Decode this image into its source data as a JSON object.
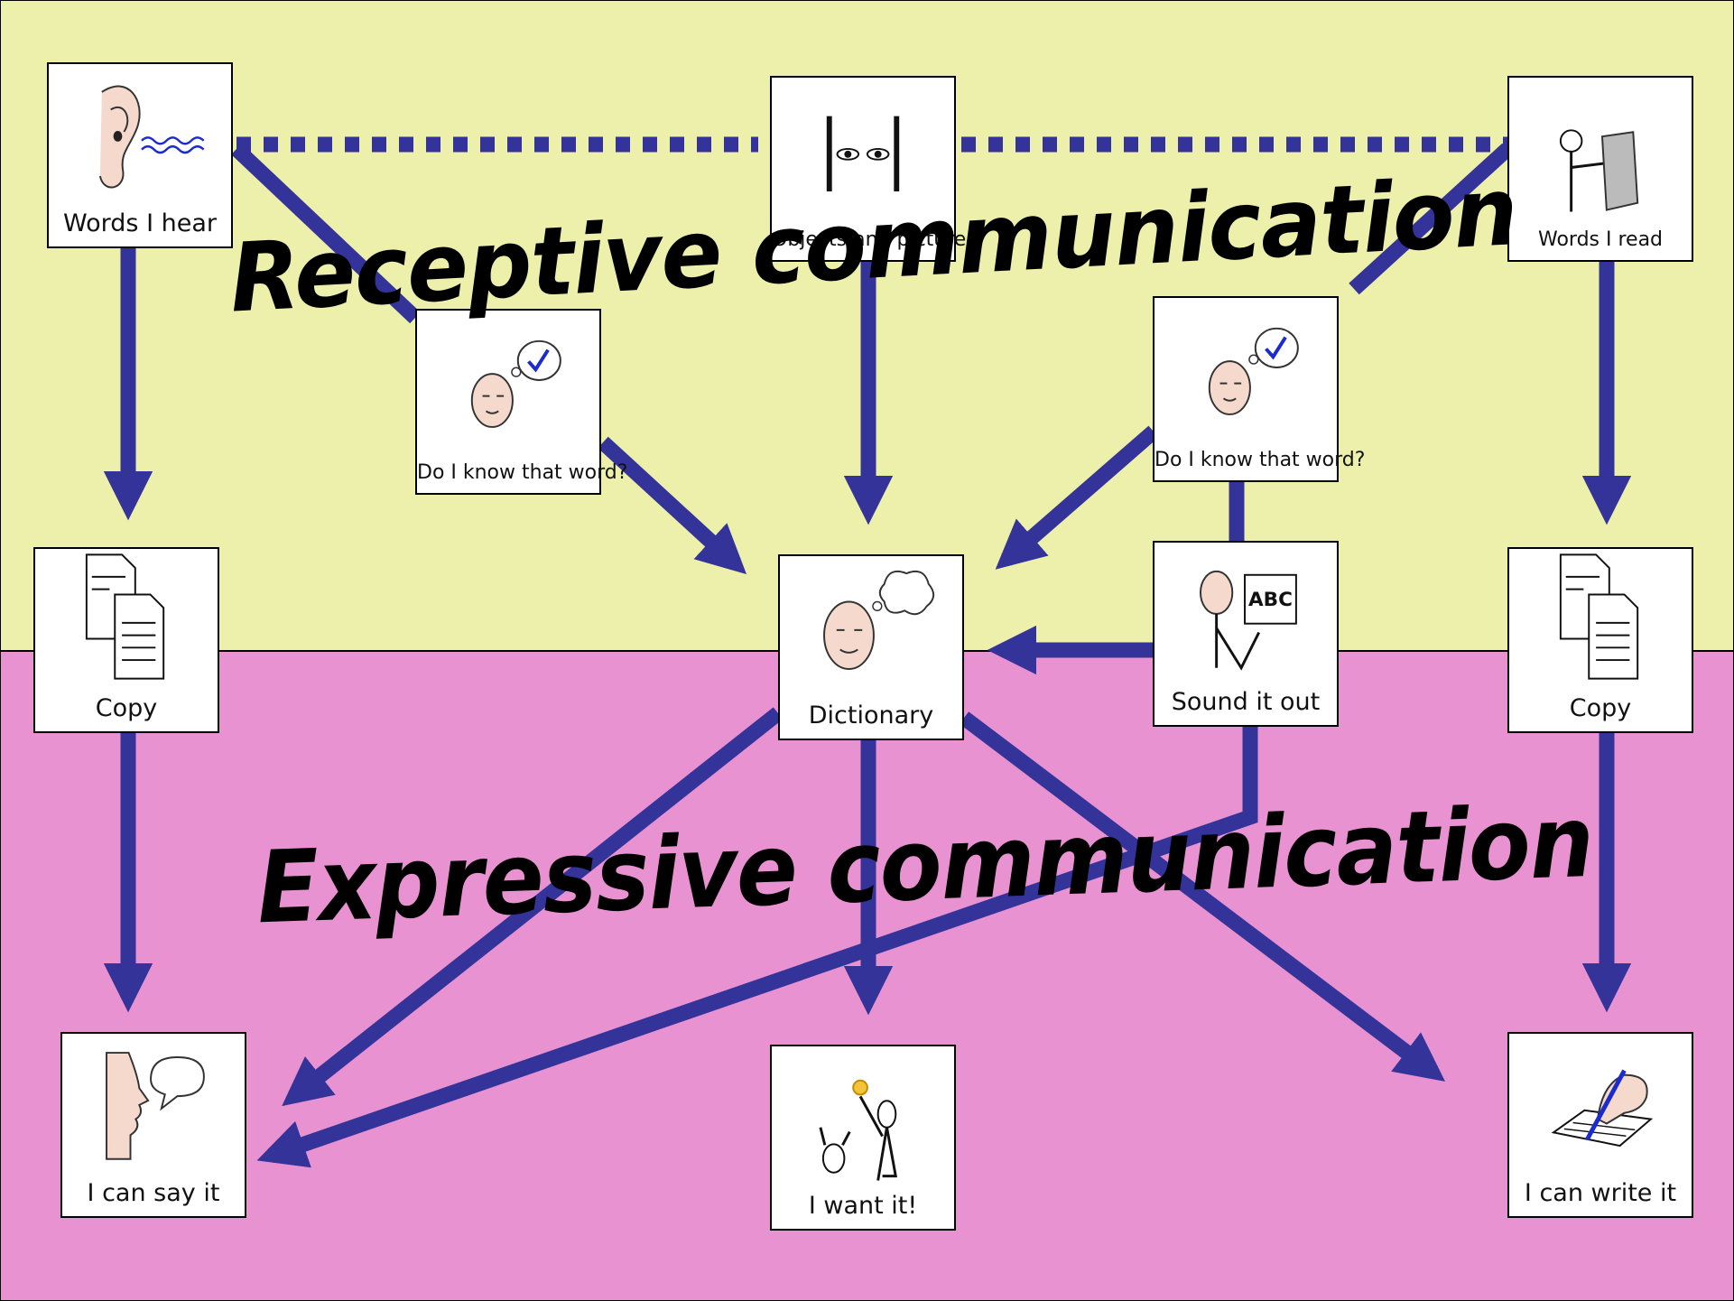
{
  "colors": {
    "receptive_band": "#ECF0AA",
    "expressive_band": "#E892D2",
    "arrow": "#333399"
  },
  "titles": {
    "receptive": "Receptive communication",
    "expressive": "Expressive communication"
  },
  "nodes": {
    "words_i_hear": {
      "label": "Words I hear",
      "icon": "ear-icon"
    },
    "objects_and_pictures": {
      "label": "Objects and pictures",
      "icon": "eyes-icon"
    },
    "words_i_read": {
      "label": "Words I read",
      "icon": "reading-person-icon"
    },
    "do_i_know_left": {
      "label": "Do I know that word?",
      "icon": "thinking-face-icon"
    },
    "do_i_know_right": {
      "label": "Do I know that word?",
      "icon": "thinking-face-icon"
    },
    "copy_left": {
      "label": "Copy",
      "icon": "documents-icon"
    },
    "dictionary": {
      "label": "Dictionary",
      "icon": "thinking-face-icon"
    },
    "sound_it_out": {
      "label": "Sound it out",
      "icon": "abc-board-icon"
    },
    "copy_right": {
      "label": "Copy",
      "icon": "documents-icon"
    },
    "i_can_say_it": {
      "label": "I can say it",
      "icon": "speaking-face-icon"
    },
    "i_want_it": {
      "label": "I want it!",
      "icon": "want-icon"
    },
    "i_can_write_it": {
      "label": "I can write it",
      "icon": "writing-hand-icon"
    }
  }
}
